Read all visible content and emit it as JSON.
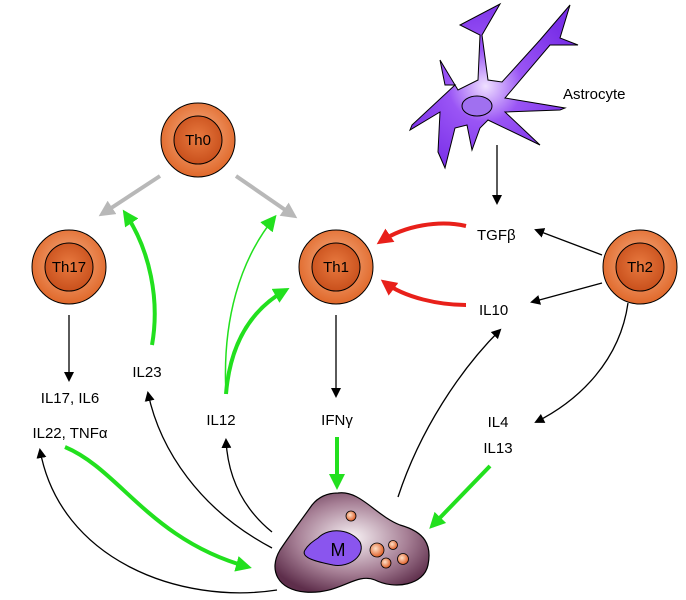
{
  "cells": {
    "th0": "Th0",
    "th17": "Th17",
    "th1": "Th1",
    "th2": "Th2",
    "astrocyte": "Astrocyte",
    "macrophage": "M"
  },
  "cytokines": {
    "tgfb": "TGFβ",
    "il10": "IL10",
    "il17_il6": "IL17, IL6",
    "il22_tnfa": "IL22, TNFα",
    "il23": "IL23",
    "il12": "IL12",
    "ifng": "IFNγ",
    "il4": "IL4",
    "il13": "IL13"
  },
  "colors": {
    "stimulate": "#22e01e",
    "inhibit": "#e8201a",
    "differentiate": "#b8b8b8",
    "secrete": "#000000",
    "t_cell": "#e8783a",
    "astrocyte": "#8a3ef0",
    "macrophage": "#7a4a66"
  }
}
